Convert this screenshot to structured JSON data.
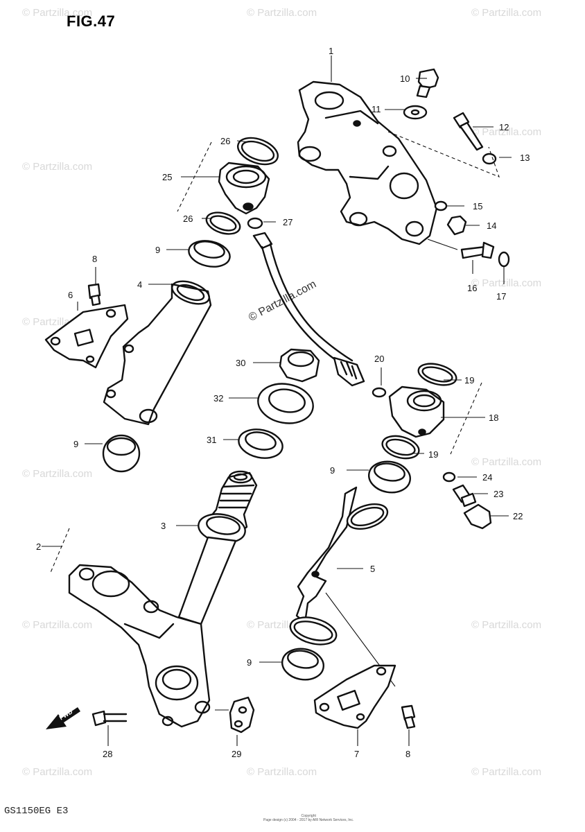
{
  "figure_title": "FIG.47",
  "model_code": "GS1150EG E3",
  "copyright": [
    "Copyright",
    "Page design (c) 2004 - 2017 by ARI Network Services, Inc."
  ],
  "watermark": "© Partzilla.com",
  "forward_marker": "FWD",
  "callouts": {
    "c1": "1",
    "c2": "2",
    "c3": "3",
    "c4": "4",
    "c5": "5",
    "c6": "6",
    "c7": "7",
    "c8a": "8",
    "c8b": "8",
    "c9a": "9",
    "c9b": "9",
    "c9c": "9",
    "c9d": "9",
    "c10": "10",
    "c11": "11",
    "c12": "12",
    "c13": "13",
    "c14": "14",
    "c15": "15",
    "c16": "16",
    "c17": "17",
    "c18": "18",
    "c19a": "19",
    "c19b": "19",
    "c20": "20",
    "c22": "22",
    "c23": "23",
    "c24": "24",
    "c25": "25",
    "c26a": "26",
    "c26b": "26",
    "c27": "27",
    "c28": "28",
    "c29": "29",
    "c30": "30",
    "c31": "31",
    "c32": "32"
  }
}
